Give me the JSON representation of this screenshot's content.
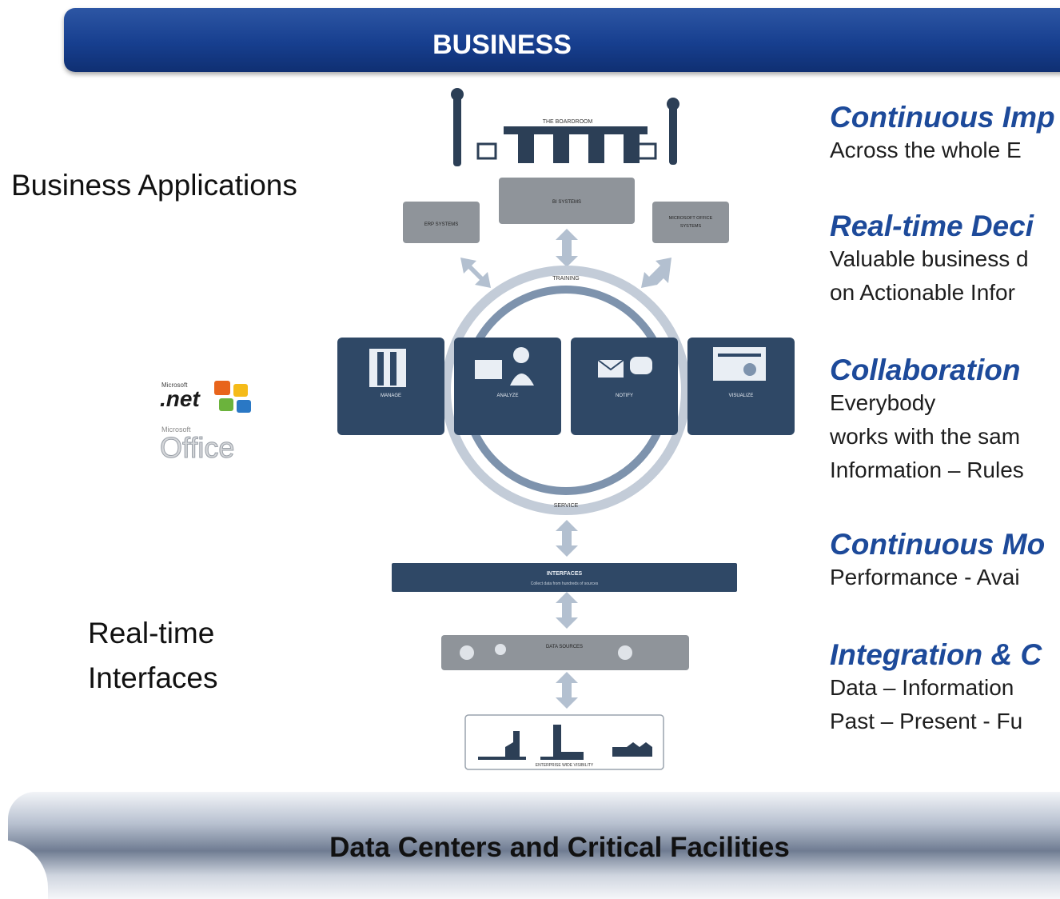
{
  "banner": {
    "title": "BUSINESS"
  },
  "left": {
    "business_applications": "Business Applications",
    "realtime_1": "Real-time",
    "realtime_2": "Interfaces"
  },
  "logo": {
    "net_small": "Microsoft",
    "net": ".net",
    "office_small": "Microsoft",
    "office": "Office"
  },
  "diagram": {
    "boardroom": "THE BOARDROOM",
    "bi_systems": "BI SYSTEMS",
    "erp_systems": "ERP SYSTEMS",
    "ms_office_1": "MICROSOFT OFFICE",
    "ms_office_2": "SYSTEMS",
    "ring_top": "TRAINING",
    "ring_bottom": "SERVICE",
    "panels": [
      {
        "label": "MANAGE"
      },
      {
        "label": "ANALYZE"
      },
      {
        "label": "NOTIFY"
      },
      {
        "label": "VISUALIZE"
      }
    ],
    "interfaces_title": "INTERFACES",
    "interfaces_sub": "Collect data from hundreds of sources",
    "data_sources": "DATA SOURCES",
    "enterprise": "ENTERPRISE WIDE VISIBILITY"
  },
  "right": {
    "items": [
      {
        "title": "Continuous Imp",
        "lines": [
          "Across the whole E"
        ]
      },
      {
        "title": "Real-time Deci",
        "lines": [
          "Valuable business d",
          "on Actionable Infor"
        ]
      },
      {
        "title": "Collaboration",
        "lines": [
          "Everybody",
          "works with the sam",
          "Information – Rules"
        ]
      },
      {
        "title": "Continuous Mo",
        "lines": [
          "Performance - Avai"
        ]
      },
      {
        "title": "Integration & C",
        "lines": [
          "Data – Information",
          "Past – Present  - Fu"
        ]
      }
    ]
  },
  "footer": {
    "title": "Data Centers and Critical Facilities"
  },
  "colors": {
    "banner": "#173f8f",
    "accent_text": "#1d4a9a",
    "panel": "#2f4866",
    "ring": "#a9b7c8"
  }
}
